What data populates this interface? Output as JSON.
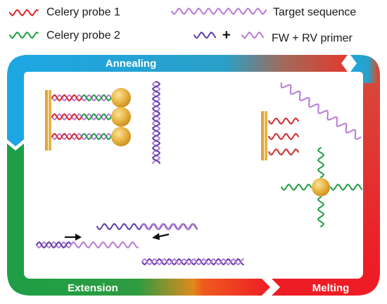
{
  "legend": {
    "probe1": "Celery probe 1",
    "probe2": "Celery probe 2",
    "target": "Target sequence",
    "plus": "+",
    "primers": "FW + RV primer"
  },
  "phases": {
    "annealing": "Annealing",
    "extension": "Extension",
    "melting": "Melting"
  },
  "colors": {
    "probe1": "#d62828",
    "probe2": "#1f9e45",
    "target": "#b87ad6",
    "primer": "#5b3fa8",
    "annealing": "#1fa6e0",
    "extension": "#1f9e45",
    "melting": "#ee1c25",
    "gold": "#e5b13a"
  }
}
